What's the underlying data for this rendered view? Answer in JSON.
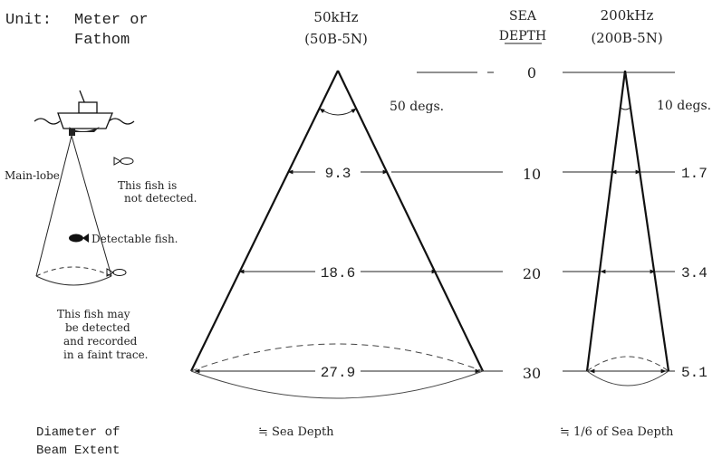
{
  "header": {
    "unit_label": "Unit:",
    "unit_value_1": "Meter or",
    "unit_value_2": "Fathom",
    "freq_50": "50kHz",
    "model_50": "(50B-5N)",
    "depth_title_1": "SEA",
    "depth_title_2": "DEPTH",
    "freq_200": "200kHz",
    "model_200": "(200B-5N)"
  },
  "depths": [
    "0",
    "10",
    "20",
    "30"
  ],
  "beam50": {
    "angle_label": "50 degs.",
    "diameters": [
      "9.3",
      "18.6",
      "27.9"
    ]
  },
  "beam200": {
    "angle_label": "10 degs.",
    "diameters": [
      "1.7",
      "3.4",
      "5.1"
    ]
  },
  "illustration": {
    "main_lobe": "Main-lobe",
    "not_detected_1": "This fish is",
    "not_detected_2": "not detected.",
    "detectable": "Detectable fish.",
    "maybe_1": "This fish may",
    "maybe_2": "be detected",
    "maybe_3": "and recorded",
    "maybe_4": "in a faint trace."
  },
  "footer": {
    "diameter_1": "Diameter of",
    "diameter_2": "Beam Extent",
    "approx_50": "≒ Sea Depth",
    "approx_200": "≒ 1/6 of Sea Depth"
  }
}
